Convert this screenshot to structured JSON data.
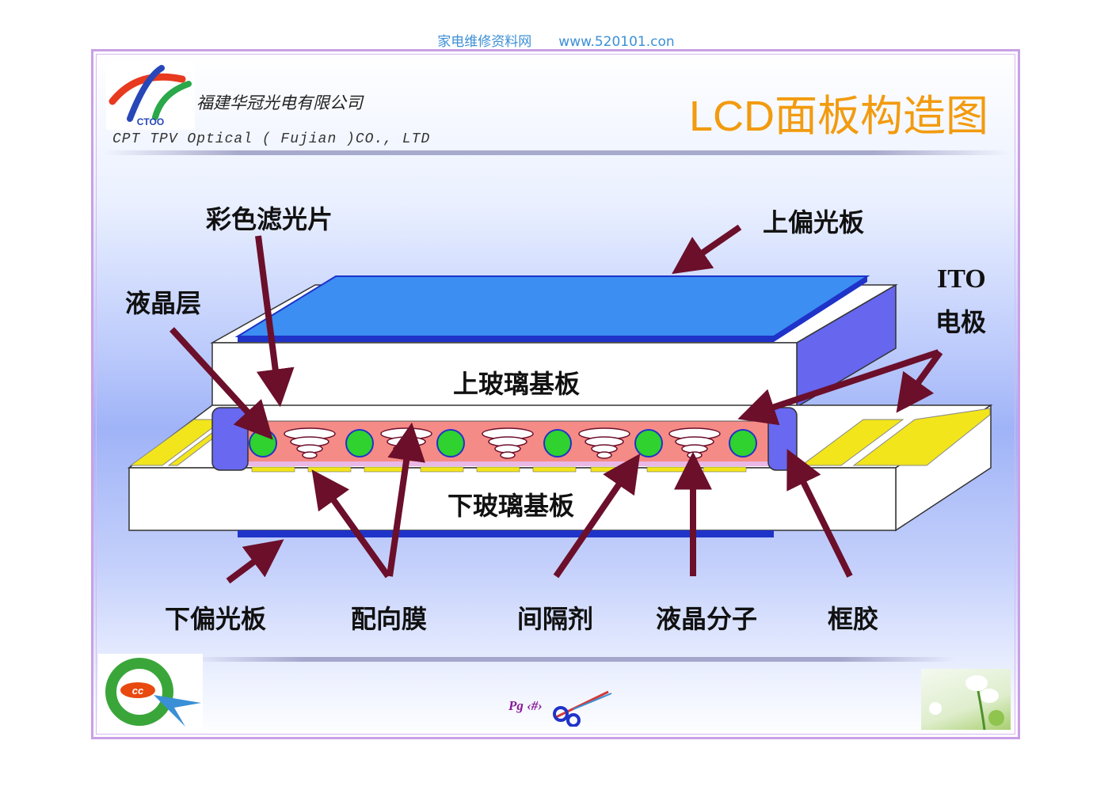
{
  "site": {
    "header": "家电维修资料网　　www.520101.con"
  },
  "brand": {
    "logo_text": "CTOO",
    "company_cn": "福建华冠光电有限公司",
    "company_en": "CPT TPV Optical ( Fujian )CO., LTD"
  },
  "slide": {
    "title": "LCD面板构造图",
    "page": "Pg ‹#›"
  },
  "diagram": {
    "upper_glass": "上玻璃基板",
    "lower_glass": "下玻璃基板",
    "labels": {
      "color_filter": "彩色滤光片",
      "upper_polarizer": "上偏光板",
      "liquid_crystal_layer": "液晶层",
      "ito_line1": "ITO",
      "ito_line2": "电极",
      "lower_polarizer": "下偏光板",
      "alignment_film": "配向膜",
      "spacer": "间隔剂",
      "lc_molecule": "液晶分子",
      "sealant": "框胶"
    }
  },
  "colors": {
    "title": "#f29b0f",
    "arrow": "#6b0f2b",
    "polarizer": "#3d8ef2",
    "polarizer_edge": "#1f33c9",
    "liquid_crystal": "#f58b86",
    "electrode": "#f2e51c",
    "sealant": "#6868f0",
    "spacer_ball": "#2fd22f"
  },
  "footer": {
    "logo_text": "cc"
  }
}
